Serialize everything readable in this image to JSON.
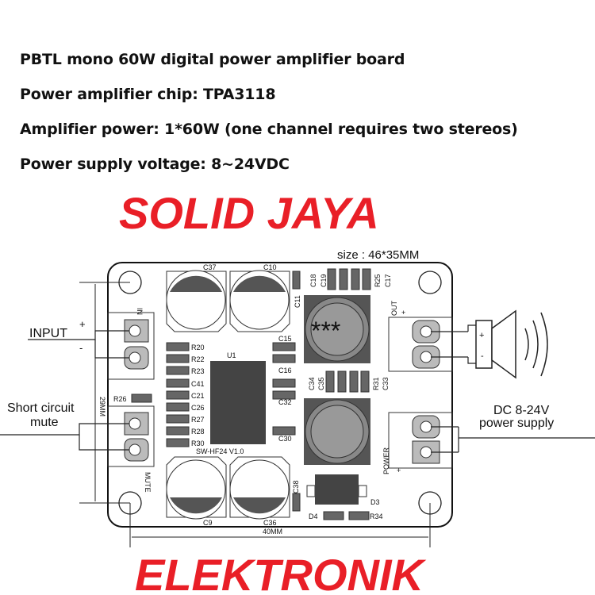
{
  "specs": [
    "PBTL mono 60W digital power amplifier board",
    "Power amplifier chip: TPA3118",
    "Amplifier power: 1*60W (one channel requires two stereos)",
    "Power supply voltage: 8~24VDC"
  ],
  "diagram": {
    "size": "size :  46*35MM",
    "width_dim": "40MM",
    "height_dim": "29MM",
    "input_label": "INPUT",
    "input_plus": "+",
    "input_minus": "-",
    "mute_label_1": "Short circuit",
    "mute_label_2": "mute",
    "power_label_1": "DC 8-24V",
    "power_label_2": "power supply",
    "board_name": "SW-HF24 V1.0",
    "out_label": "OUT",
    "power_port": "POWER",
    "mute_port": "MUTE",
    "in_port": "IN",
    "plus": "+",
    "minus": "-",
    "inductor_mark": "***",
    "components": {
      "c37": "C37",
      "c10": "C10",
      "c9": "C9",
      "c36": "C36",
      "c18": "C18",
      "c19": "C19",
      "r25": "R25",
      "c17": "C17",
      "c11": "C11",
      "c15": "C15",
      "c16": "C16",
      "c34": "C34",
      "c35": "C35",
      "r31": "R31",
      "c33": "C33",
      "r20": "R20",
      "r22": "R22",
      "r23": "R23",
      "c41": "C41",
      "c21": "C21",
      "c26": "C26",
      "r27": "R27",
      "r28": "R28",
      "r30": "R30",
      "r26": "R26",
      "c32": "C32",
      "c30": "C30",
      "c38": "C38",
      "d3": "D3",
      "d4": "D4",
      "r34": "R34",
      "u1": "U1"
    }
  },
  "watermark": {
    "line1": "SOLID JAYA",
    "line2": "ELEKTRONIK"
  },
  "colors": {
    "watermark": "#e8141c",
    "component": "#555555",
    "board": "#ffffff"
  }
}
